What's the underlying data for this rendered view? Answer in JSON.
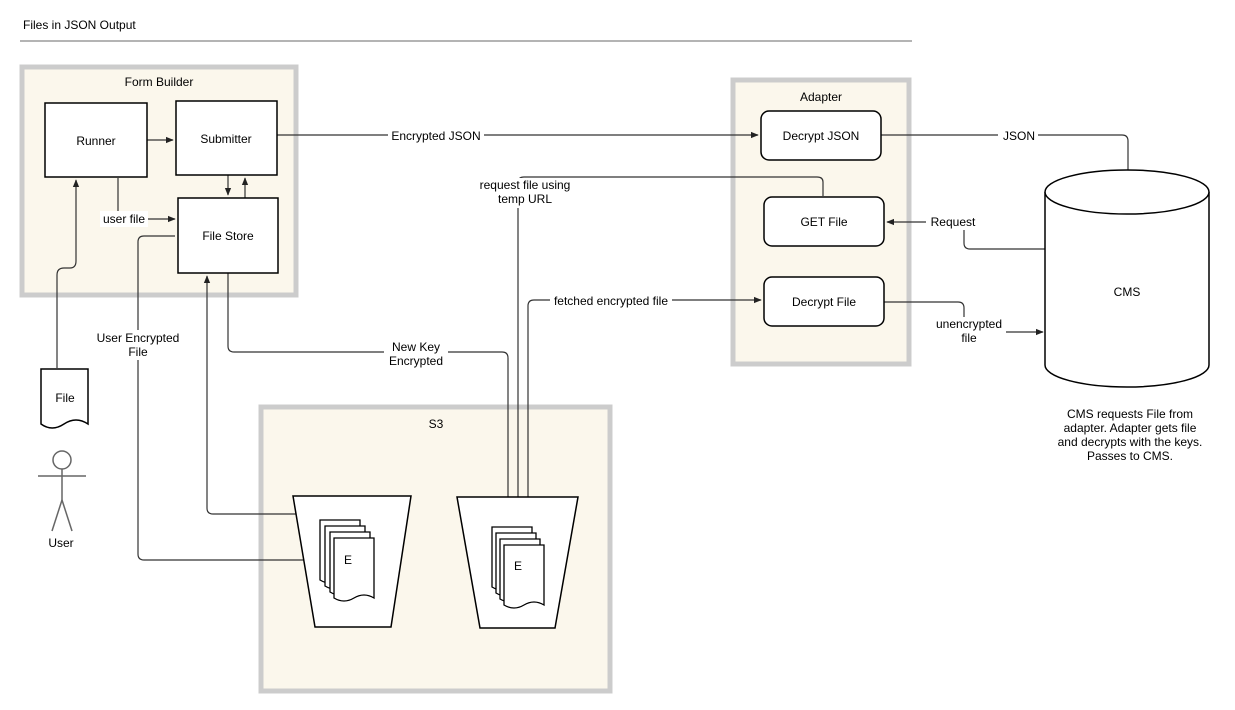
{
  "title": "Files in JSON Output",
  "containers": {
    "form_builder": "Form Builder",
    "adapter": "Adapter",
    "s3": "S3"
  },
  "nodes": {
    "runner": "Runner",
    "submitter": "Submitter",
    "file_store": "File Store",
    "decrypt_json": "Decrypt JSON",
    "get_file": "GET File",
    "decrypt_file": "Decrypt File",
    "cms": "CMS",
    "file_doc": "File",
    "user": "User",
    "bucket1_doc": "E",
    "bucket2_doc": "E"
  },
  "edge_labels": {
    "encrypted_json": "Encrypted JSON",
    "json": "JSON",
    "user_file": "user file",
    "request": "Request",
    "request_file_line1": "request file using",
    "request_file_line2": "temp URL",
    "fetched_encrypted_file": "fetched encrypted file",
    "unencrypted_line1": "unencrypted",
    "unencrypted_line2": "file",
    "user_encrypted_line1": "User Encrypted",
    "user_encrypted_line2": "File",
    "new_key_line1": "New Key",
    "new_key_line2": "Encrypted"
  },
  "note": {
    "line1": "CMS requests File from",
    "line2": "adapter. Adapter gets file",
    "line3": "and decrypts with the keys.",
    "line4": "Passes to CMS."
  }
}
